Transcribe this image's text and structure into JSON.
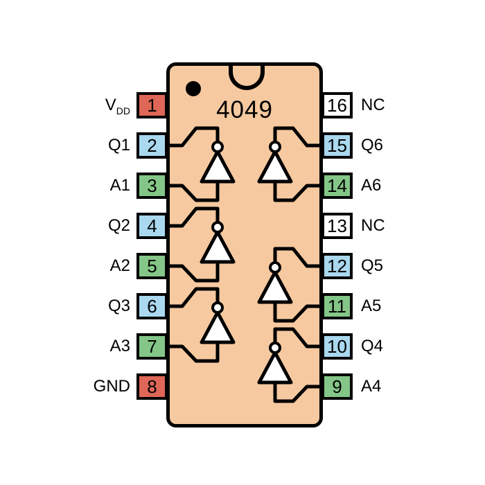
{
  "title": "4049 hex inverting buffer DIP-16 pinout diagram",
  "chip": {
    "name": "4049",
    "package": "DIP-16",
    "body_color": "#F6C9A0",
    "outline_color": "#000000"
  },
  "palette": {
    "power_red": "#DE6757",
    "output_blue": "#A9D8EF",
    "input_green": "#84C687",
    "nc_white": "#FFFFFF",
    "wire_black": "#000000"
  },
  "pins": {
    "left": [
      {
        "number": "1",
        "label": "V",
        "label_sub": "DD",
        "color": "#DE6757"
      },
      {
        "number": "2",
        "label": "Q1",
        "label_sub": "",
        "color": "#A9D8EF"
      },
      {
        "number": "3",
        "label": "A1",
        "label_sub": "",
        "color": "#84C687"
      },
      {
        "number": "4",
        "label": "Q2",
        "label_sub": "",
        "color": "#A9D8EF"
      },
      {
        "number": "5",
        "label": "A2",
        "label_sub": "",
        "color": "#84C687"
      },
      {
        "number": "6",
        "label": "Q3",
        "label_sub": "",
        "color": "#A9D8EF"
      },
      {
        "number": "7",
        "label": "A3",
        "label_sub": "",
        "color": "#84C687"
      },
      {
        "number": "8",
        "label": "GND",
        "label_sub": "",
        "color": "#DE6757"
      }
    ],
    "right": [
      {
        "number": "16",
        "label": "NC",
        "label_sub": "",
        "color": "#FFFFFF"
      },
      {
        "number": "15",
        "label": "Q6",
        "label_sub": "",
        "color": "#A9D8EF"
      },
      {
        "number": "14",
        "label": "A6",
        "label_sub": "",
        "color": "#84C687"
      },
      {
        "number": "13",
        "label": "NC",
        "label_sub": "",
        "color": "#FFFFFF"
      },
      {
        "number": "12",
        "label": "Q5",
        "label_sub": "",
        "color": "#A9D8EF"
      },
      {
        "number": "11",
        "label": "A5",
        "label_sub": "",
        "color": "#84C687"
      },
      {
        "number": "10",
        "label": "Q4",
        "label_sub": "",
        "color": "#A9D8EF"
      },
      {
        "number": "9",
        "label": "A4",
        "label_sub": "",
        "color": "#84C687"
      }
    ]
  },
  "gates": {
    "symbol": "inverter-triangle-with-bubble",
    "count": 6,
    "channels": [
      {
        "input": "A1",
        "input_pin": "3",
        "output": "Q1",
        "output_pin": "2"
      },
      {
        "input": "A2",
        "input_pin": "5",
        "output": "Q2",
        "output_pin": "4"
      },
      {
        "input": "A3",
        "input_pin": "7",
        "output": "Q3",
        "output_pin": "6"
      },
      {
        "input": "A4",
        "input_pin": "9",
        "output": "Q4",
        "output_pin": "10"
      },
      {
        "input": "A5",
        "input_pin": "11",
        "output": "Q5",
        "output_pin": "12"
      },
      {
        "input": "A6",
        "input_pin": "14",
        "output": "Q6",
        "output_pin": "15"
      }
    ]
  }
}
